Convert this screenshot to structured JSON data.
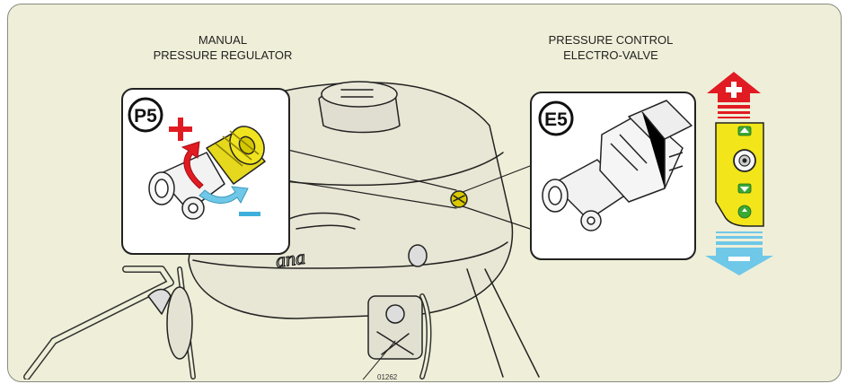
{
  "captions": {
    "left": {
      "line1": "MANUAL",
      "line2": "PRESSURE REGULATOR"
    },
    "right": {
      "line1": "PRESSURE CONTROL",
      "line2": "ELECTRO-VALVE"
    }
  },
  "badges": {
    "left": "P5",
    "right": "E5"
  },
  "part_code": "01262",
  "brand_mark": "ana",
  "colors": {
    "background": "#efefd9",
    "increase": "#e11b22",
    "decrease": "#6fc8e8",
    "control_panel": "#f2e51a",
    "panel_buttons": "#3aa935"
  },
  "icons": {
    "increase": "plus-arrow-up-icon",
    "decrease": "minus-arrow-down-icon",
    "knob": "regulator-knob-icon",
    "valve": "electro-valve-icon"
  }
}
